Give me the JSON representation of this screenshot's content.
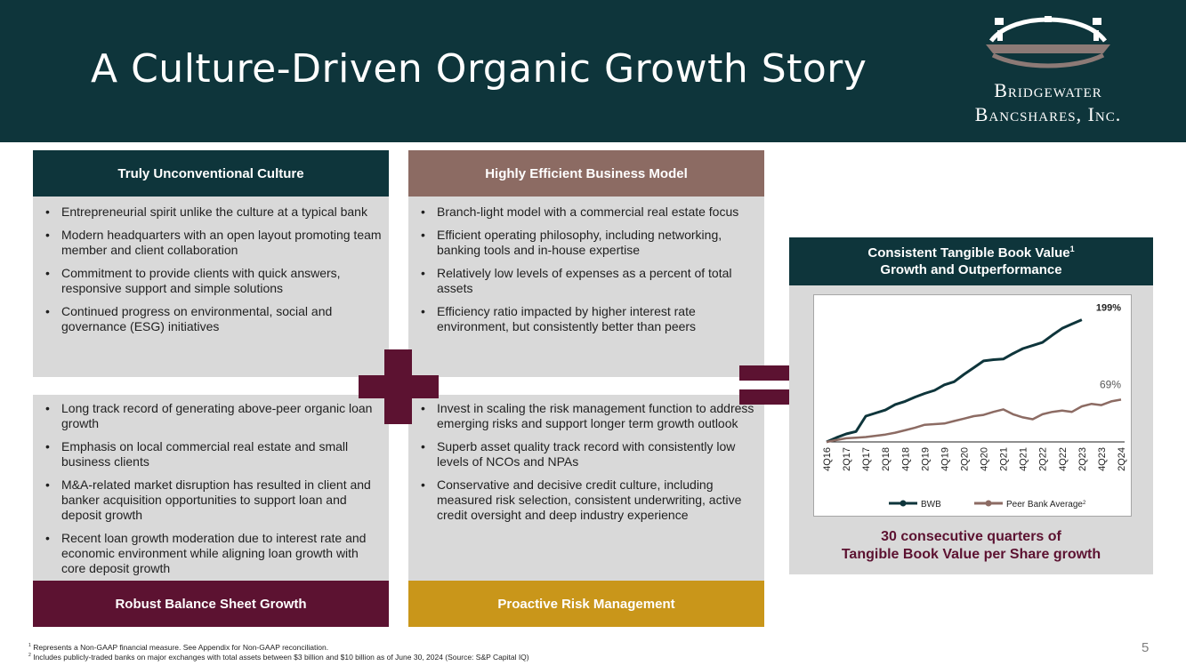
{
  "title": "A Culture-Driven Organic Growth Story",
  "logo": {
    "line1": "Bridgewater",
    "line2": "Bancshares, Inc."
  },
  "colors": {
    "teal": "#0e353b",
    "mauve": "#8c6b63",
    "maroon": "#5c1231",
    "gold": "#c9961a",
    "panel": "#d9d9d9"
  },
  "culture": {
    "heading": "Truly Unconventional Culture",
    "bullets": [
      "Entrepreneurial spirit unlike the culture at a typical bank",
      "Modern headquarters with an open layout promoting team member and client collaboration",
      "Commitment to provide clients with quick answers, responsive support and simple solutions",
      "Continued progress on environmental, social and governance (ESG) initiatives"
    ]
  },
  "efficient": {
    "heading": "Highly Efficient Business Model",
    "bullets": [
      "Branch-light model with a commercial real estate focus",
      "Efficient operating philosophy, including networking, banking tools and in-house expertise",
      "Relatively low levels of expenses as a percent of total assets",
      "Efficiency ratio impacted by higher interest rate environment, but consistently better than peers"
    ]
  },
  "balance": {
    "heading": "Robust Balance Sheet Growth",
    "bullets": [
      "Long track record of generating above-peer organic loan growth",
      "Emphasis on local commercial real estate and small business clients",
      "M&A-related market disruption has resulted in client and banker acquisition opportunities to support loan and deposit growth",
      "Recent loan growth moderation due to interest rate and economic environment while aligning loan growth with core deposit growth"
    ]
  },
  "risk": {
    "heading": "Proactive Risk Management",
    "bullets": [
      "Invest in scaling the risk management function to address emerging risks and support longer term growth outlook",
      "Superb asset quality track record with consistently low levels of NCOs and NPAs",
      "Conservative and decisive credit culture, including measured risk selection, consistent underwriting, active credit oversight and deep industry experience"
    ]
  },
  "chart_heading": {
    "line1": "Consistent Tangible Book Value",
    "sup": "1",
    "line2": "Growth and Outperformance"
  },
  "growth_text": {
    "line1": "30 consecutive quarters of",
    "line2": "Tangible Book Value per Share growth"
  },
  "chart_data": {
    "type": "line",
    "x": [
      "4Q16",
      "1Q17",
      "2Q17",
      "3Q17",
      "4Q17",
      "1Q18",
      "2Q18",
      "3Q18",
      "4Q18",
      "1Q19",
      "2Q19",
      "3Q19",
      "4Q19",
      "1Q20",
      "2Q20",
      "3Q20",
      "4Q20",
      "1Q21",
      "2Q21",
      "3Q21",
      "4Q21",
      "1Q22",
      "2Q22",
      "3Q22",
      "4Q22",
      "1Q23",
      "2Q23",
      "3Q23",
      "4Q23",
      "1Q24",
      "2Q24"
    ],
    "tick_labels": [
      "4Q16",
      "2Q17",
      "4Q17",
      "2Q18",
      "4Q18",
      "2Q19",
      "4Q19",
      "2Q20",
      "4Q20",
      "2Q21",
      "4Q21",
      "2Q22",
      "4Q22",
      "2Q23",
      "4Q23",
      "2Q24"
    ],
    "series": [
      {
        "name": "BWB",
        "color": "#0e353b",
        "values": [
          0,
          7,
          13,
          17,
          42,
          47,
          52,
          61,
          66,
          73,
          79,
          84,
          93,
          98,
          110,
          121,
          132,
          134,
          135,
          144,
          152,
          157,
          162,
          174,
          185,
          192
        ],
        "values_full": [
          0,
          7,
          13,
          17,
          42,
          47,
          52,
          61,
          66,
          73,
          79,
          84,
          93,
          98,
          110,
          121,
          132,
          134,
          135,
          144,
          152,
          157,
          162,
          174,
          185,
          192,
          199
        ]
      },
      {
        "name": "Peer Bank Average",
        "sup": "2",
        "color": "#8c6b63",
        "values_full": [
          0,
          3,
          6,
          7,
          8,
          10,
          12,
          15,
          19,
          23,
          28,
          29,
          30,
          34,
          38,
          42,
          44,
          49,
          53,
          45,
          40,
          37,
          45,
          49,
          51,
          49,
          58,
          62,
          60,
          66,
          69
        ]
      }
    ],
    "end_labels": {
      "BWB": "199%",
      "Peer Bank Average": "69%"
    },
    "ylim": [
      0,
      210
    ],
    "grid": false,
    "legend": "bottom"
  },
  "footnotes": {
    "f1": "Represents a Non-GAAP financial measure. See Appendix for Non-GAAP reconciliation.",
    "f2": "Includes publicly-traded banks on major exchanges with total assets between $3 billion and $10 billion as of June 30, 2024 (Source: S&P Capital IQ)",
    "n1": "1",
    "n2": "2"
  },
  "page_number": "5"
}
